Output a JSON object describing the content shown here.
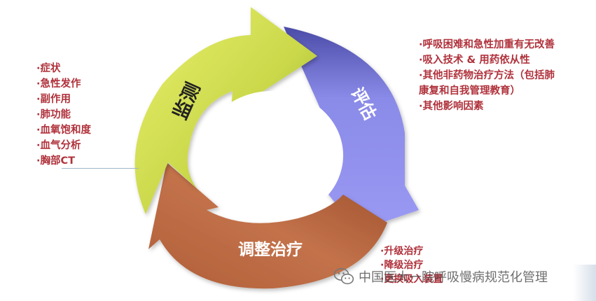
{
  "stages": {
    "monitor": {
      "label": "监测",
      "color_light": "#dbe65a",
      "color_dark": "#8faa1c"
    },
    "assess": {
      "label": "评估",
      "color_light": "#9c9cf2",
      "color_dark": "#4d4db8"
    },
    "adjust": {
      "label": "调整治疗",
      "color_light": "#c6754a",
      "color_dark": "#7e3e22"
    }
  },
  "monitor_items": [
    "·症状",
    "·急性发作",
    "·副作用",
    "·肺功能",
    "·血氧饱和度",
    "·血气分析",
    "·胸部CT"
  ],
  "assess_items": [
    "·呼吸困难和急性加重有无改善",
    "·吸入技术 & 用药依从性",
    "·其他非药物治疗方法（包括肺",
    "康复和自我管理教育）",
    "·其他影响因素"
  ],
  "adjust_items": [
    "·升级治疗",
    "·降级治疗",
    "·更换吸入装置"
  ],
  "watermark": {
    "text": "中国医大一院呼吸慢病规范化管理"
  },
  "colors": {
    "list_text": "#b0323c"
  }
}
